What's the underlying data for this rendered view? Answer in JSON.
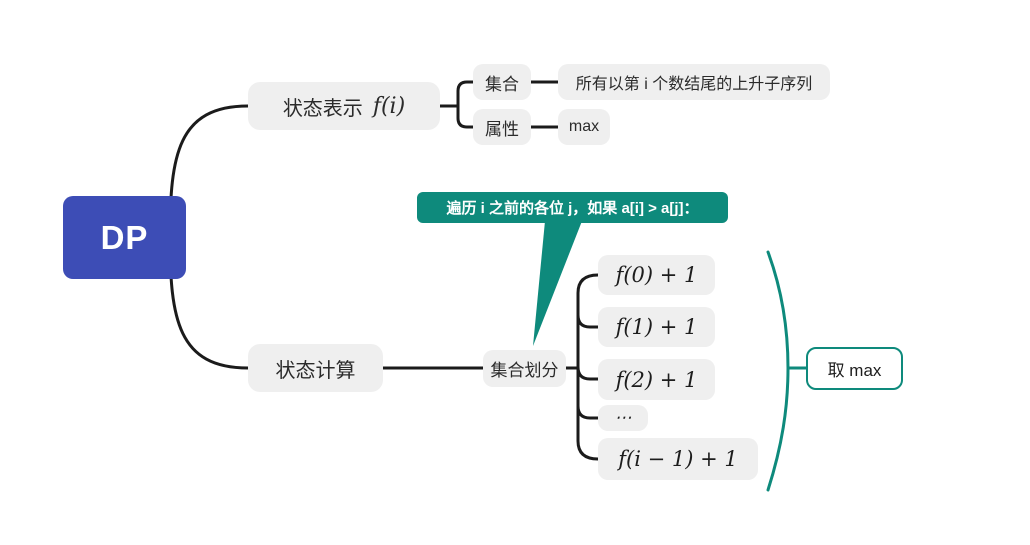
{
  "root": {
    "label": "DP"
  },
  "repr": {
    "label": "状态表示",
    "formula": "f(i)",
    "set": {
      "label": "集合",
      "value": "所有以第 i 个数结尾的上升子序列"
    },
    "property": {
      "label": "属性",
      "value": "max"
    }
  },
  "calc": {
    "label": "状态计算",
    "child": {
      "label": "集合划分"
    },
    "callout": "遍历 i 之前的各位 j，如果 a[i] > a[j]：",
    "cases": [
      "f(0) + 1",
      "f(1) + 1",
      "f(2) + 1",
      "⋯",
      "f(i − 1) + 1"
    ],
    "result": "取 max"
  },
  "colors": {
    "root_blue": "#3d4db6",
    "accent_teal": "#0e8a7c",
    "node_gray": "#efefef",
    "line_black": "#1b1b1b"
  }
}
